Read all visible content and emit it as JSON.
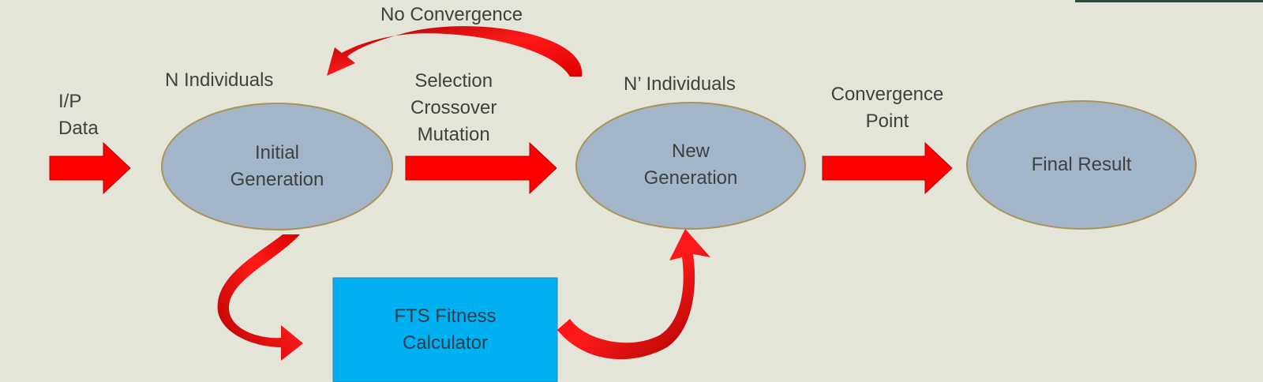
{
  "labels": {
    "input_line1": "I/P",
    "input_line2": "Data",
    "n_individuals": "N Individuals",
    "ops_line1": "Selection",
    "ops_line2": "Crossover",
    "ops_line3": "Mutation",
    "n_prime_individuals": "N’ Individuals",
    "convergence_line1": "Convergence",
    "convergence_line2": "Point",
    "no_convergence": "No Convergence"
  },
  "nodes": {
    "initial_line1": "Initial",
    "initial_line2": "Generation",
    "new_line1": "New",
    "new_line2": "Generation",
    "final": "Final Result"
  },
  "box": {
    "line1": "FTS Fitness",
    "line2": "Calculator"
  },
  "colors": {
    "background": "#e4e5d8",
    "ellipse_fill": "#a3b6c9",
    "ellipse_stroke": "#a89456",
    "arrow_red": "#ff0000",
    "arrow_dark_red": "#a80000",
    "box_fill": "#00b0f0"
  }
}
